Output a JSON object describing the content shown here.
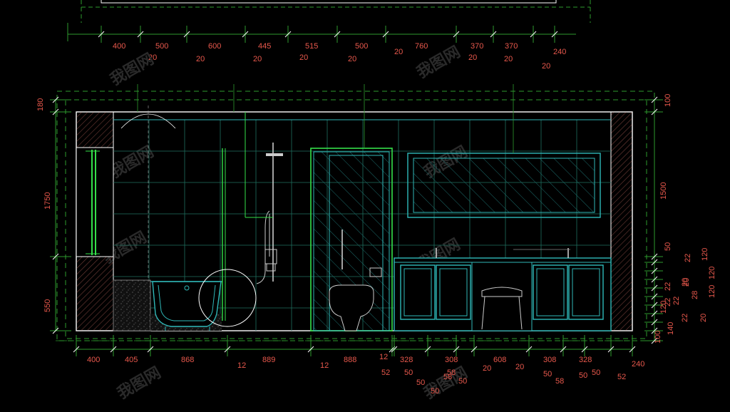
{
  "top_dims": {
    "upper": [
      "400",
      "500",
      "600",
      "445",
      "515",
      "500",
      "760",
      "370",
      "370"
    ],
    "lower": [
      "20",
      "20",
      "20",
      "20",
      "20",
      "20",
      "20",
      "20",
      "20",
      "240"
    ]
  },
  "bottom_dims": {
    "upper": [
      "400",
      "405",
      "868",
      "889",
      "888",
      "12",
      "328",
      "308",
      "608",
      "308",
      "328"
    ],
    "lower": [
      "12",
      "12",
      "52",
      "50",
      "58",
      "50",
      "20",
      "20",
      "50",
      "58",
      "50",
      "50",
      "52",
      "240"
    ],
    "extra": [
      "50",
      "50",
      "58"
    ]
  },
  "left_dims": [
    "180",
    "1750",
    "550"
  ],
  "right_dims": {
    "primary": [
      "100",
      "1500",
      "50",
      "22",
      "120",
      "22",
      "20",
      "120",
      "22",
      "28",
      "120",
      "140",
      "20",
      "100"
    ],
    "secondary": [
      "22",
      "20",
      "120",
      "22"
    ]
  },
  "watermark": "我图网",
  "colors": {
    "background": "#000000",
    "dimension": "#e8584c",
    "extension": "#3ec23e",
    "outline": "#ffffff",
    "grid": "#1f7a6a",
    "fixture": "#2fb9b9",
    "highlight": "#35e04a"
  }
}
